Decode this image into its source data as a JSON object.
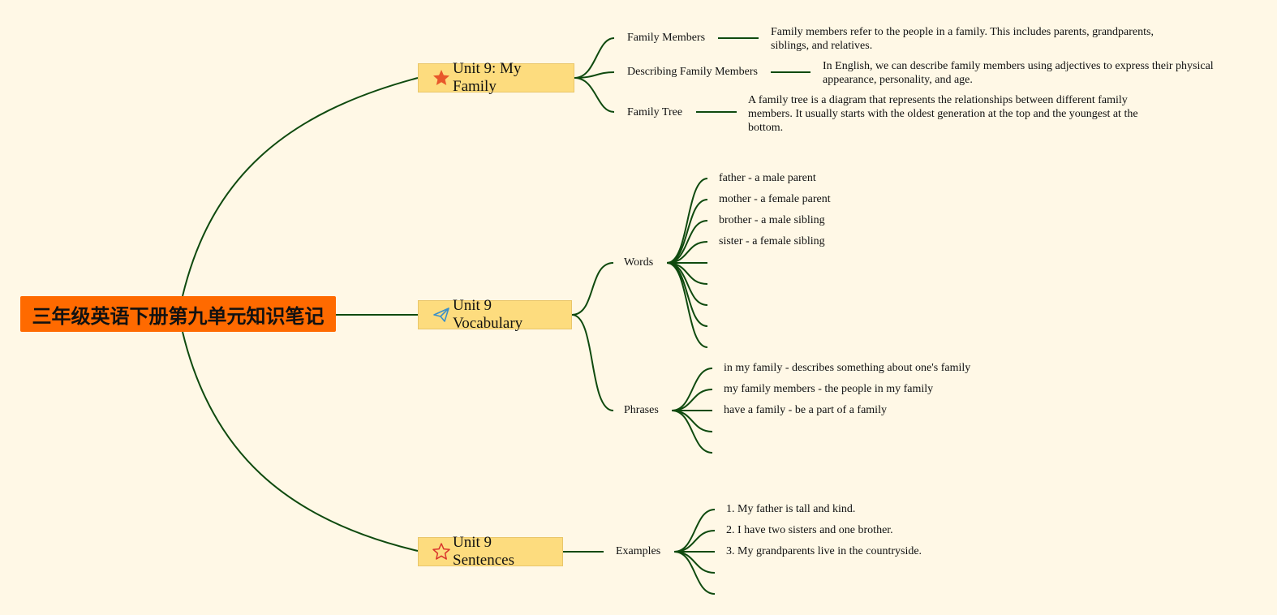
{
  "root": {
    "title": "三年级英语下册第九单元知识笔记",
    "color": "#ff6a00"
  },
  "branches": {
    "family": {
      "title": "Unit 9: My Family",
      "icon": "filled-star-icon",
      "items": [
        {
          "label": "Family Members",
          "note": "Family members refer to the people in a family. This includes parents, grandparents, siblings, and relatives."
        },
        {
          "label": "Describing Family Members",
          "note": "In English, we can describe family members using adjectives to express their physical appearance, personality, and age."
        },
        {
          "label": "Family Tree",
          "note": "A family tree is a diagram that represents the relationships between different family members. It usually starts with the oldest generation at the top and the youngest at the bottom."
        }
      ]
    },
    "vocabulary": {
      "title": "Unit 9 Vocabulary",
      "icon": "paper-plane-icon",
      "words": {
        "label": "Words",
        "items": [
          "father - a male parent",
          "mother - a female parent",
          "brother - a male sibling",
          "sister - a female sibling",
          "",
          "",
          "",
          "",
          ""
        ]
      },
      "phrases": {
        "label": "Phrases",
        "items": [
          "in my family - describes something about one's family",
          "my family members - the people in my family",
          "have a family - be a part of a family",
          "",
          ""
        ]
      }
    },
    "sentences": {
      "title": "Unit 9 Sentences",
      "icon": "outline-star-icon",
      "examples": {
        "label": "Examples",
        "items": [
          "1. My father is tall and kind.",
          "2. I have two sisters and one brother.",
          "3. My grandparents live in the countryside.",
          "",
          ""
        ]
      }
    }
  },
  "colors": {
    "line": "#0f4a0f",
    "branch_fill": "#fddc7e",
    "background": "#fff8e6"
  }
}
